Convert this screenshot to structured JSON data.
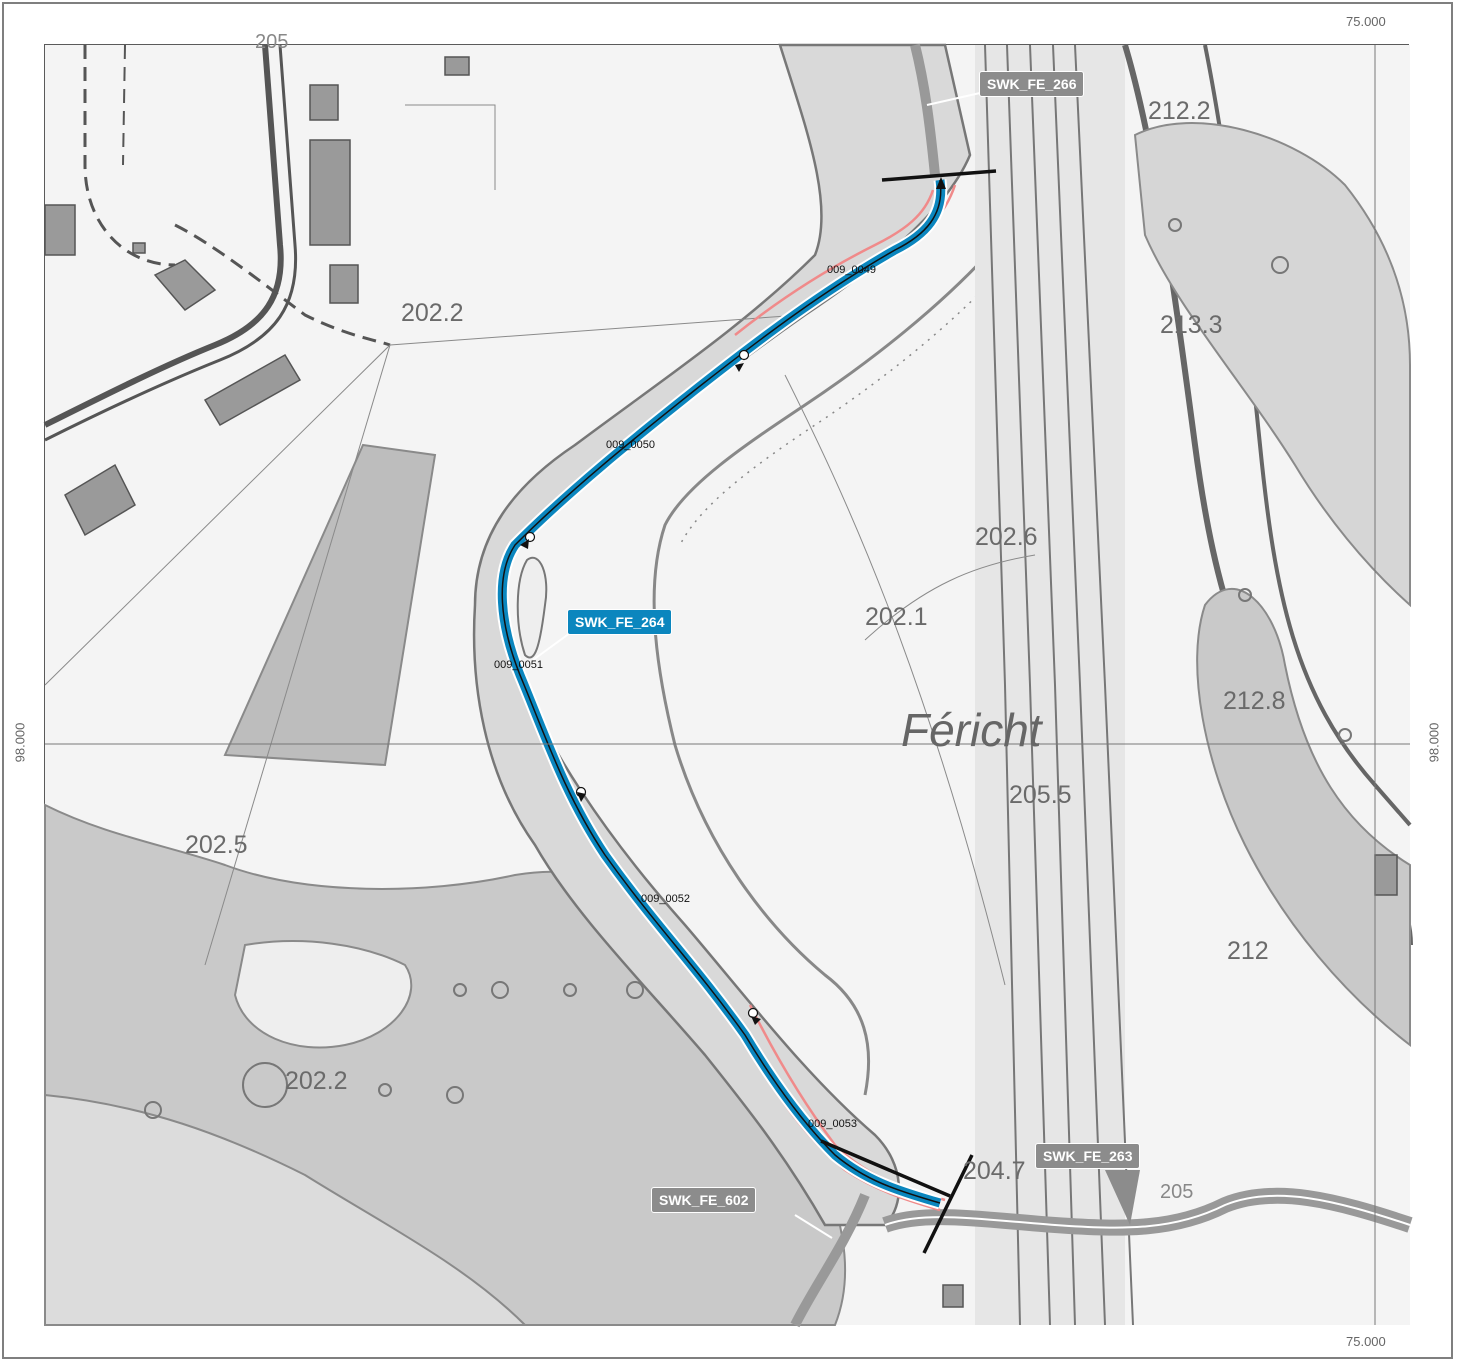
{
  "coordinates": {
    "top_right_easting": "75.000",
    "bottom_right_easting": "75.000",
    "left_northing": "98.000",
    "right_northing": "98.000"
  },
  "place_name": "Féricht",
  "spot_heights": [
    "202.2",
    "212.2",
    "213.3",
    "202.6",
    "202.1",
    "212.8",
    "205.5",
    "202.5",
    "212",
    "202.2",
    "204.7",
    "205",
    "205"
  ],
  "sections": [
    {
      "id": "SWK_FE_266",
      "color": "#8c8c8c"
    },
    {
      "id": "SWK_FE_264",
      "color": "#0b86be"
    },
    {
      "id": "SWK_FE_263",
      "color": "#8c8c8c"
    },
    {
      "id": "SWK_FE_602",
      "color": "#8c8c8c"
    }
  ],
  "segments": [
    "009_0049",
    "009_0050",
    "009_0051",
    "009_0052",
    "009_0053"
  ],
  "colors": {
    "stream_highlight": "#0b86be",
    "buffer": "#f08a8a",
    "floodplain": "#d9d9d9",
    "forest": "#c9c9c9",
    "building": "#9a9a9a",
    "contour": "#8a8a8a"
  }
}
